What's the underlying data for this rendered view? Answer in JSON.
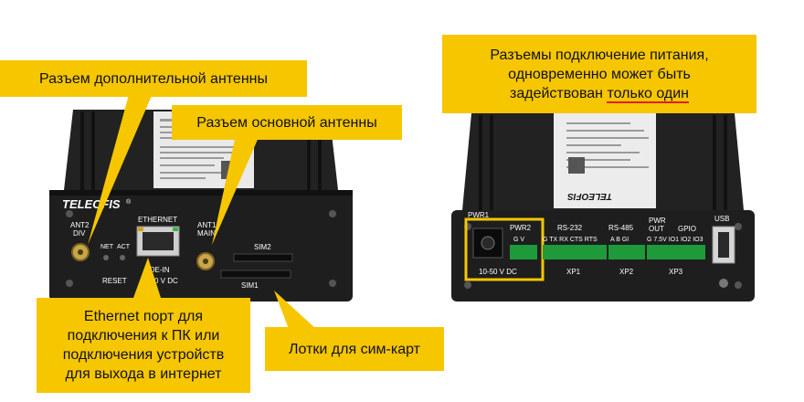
{
  "callouts": {
    "extra_antenna": "Разъем  дополнительной антенны",
    "main_antenna": "Разъем  основной антенны",
    "ethernet": "Ethernet порт для\nподключения к ПК или\nподключения устройств\nдля выхода в интернет",
    "sim_trays": "Лотки для сим-карт",
    "power_line1": "Разъемы подключение питания,",
    "power_line2": "одновременно может быть",
    "power_line3_prefix": "задействован ",
    "power_line3_emph": "только один"
  },
  "front_panel": {
    "brand": "TELEOFIS",
    "brand_mark": "®",
    "ant2": "ANT2",
    "ant2_sub": "DIV",
    "net": "NET",
    "act": "ACT",
    "reset": "RESET",
    "ethernet": "ETHERNET",
    "poe": "POE-IN",
    "poe_voltage": "10-50 V DC",
    "ant1": "ANT1",
    "ant1_sub": "MAIN",
    "sim2": "SIM2",
    "sim1": "SIM1"
  },
  "back_panel": {
    "pwr1": "PWR1",
    "pwr1_voltage": "10-50 V DC",
    "pwr2": "PWR2",
    "pwr2_pins": "G  V",
    "rs232": "RS-232",
    "rs232_pins": "G TX RX CTS RTS",
    "xp1": "XP1",
    "rs485": "RS-485",
    "rs485_pins": "A  B  GI",
    "xp2": "XP2",
    "pwr_out": "PWR",
    "pwr_out_sub": "OUT",
    "gpio": "GPIO",
    "gpio_pins": "G 7.5V IO1 IO2 IO3",
    "xp3": "XP3",
    "usb": "USB",
    "brand": "TELEOFIS"
  },
  "colors": {
    "callout": "#f6c600",
    "device_body": "#1b1b1b",
    "terminal_green": "#1f9a3a",
    "highlight_box": "#f6c600",
    "emphasis_underline": "#e01e1e"
  }
}
